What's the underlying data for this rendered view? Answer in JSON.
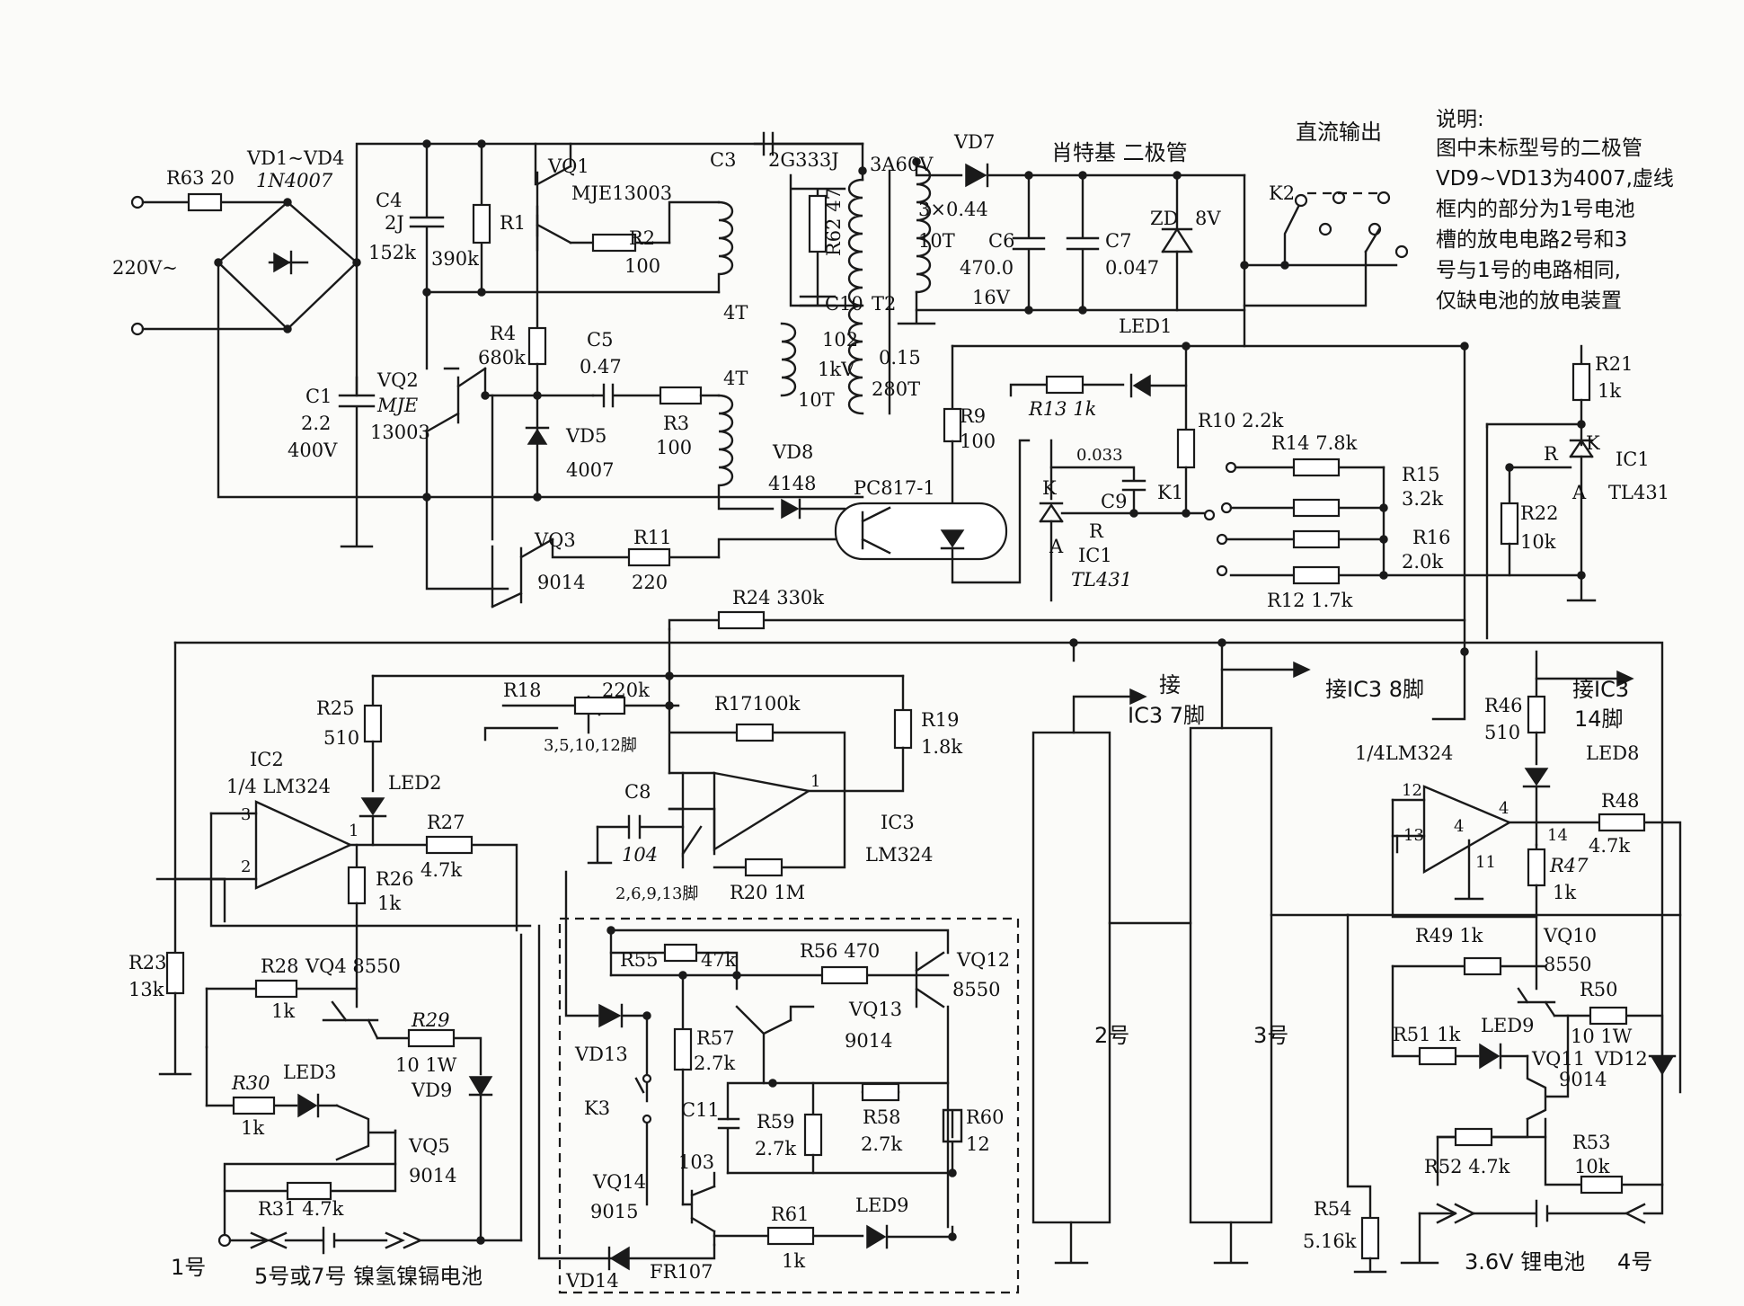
{
  "input": {
    "r63": "R63 20",
    "bridge": "VD1~VD4",
    "bridge_type": "1N4007",
    "voltage": "220V~"
  },
  "caps": {
    "c1": "C1",
    "c1_v1": "2.2",
    "c1_v2": "400V",
    "c4": "C4",
    "c4_v1": "2J",
    "c4_v2": "152k",
    "c3": "C3",
    "c3_type": "2G333J",
    "c5": "C5",
    "c5_v": "0.47",
    "c6": "C6",
    "c6_v1": "470.0",
    "c6_v2": "16V",
    "c7": "C7",
    "c7_v": "0.047",
    "c9": "C9",
    "c9_v": "0.033",
    "c10": "C10",
    "c10_v1": "102",
    "c10_v2": "1kV",
    "c8": "C8",
    "c8_v": "104",
    "c11": "C11",
    "c11_v": "103"
  },
  "resistors": {
    "r1": "R1",
    "r1_v": "390k",
    "r2": "R2",
    "r2_v": "100",
    "r3": "R3",
    "r3_v": "100",
    "r4": "R4",
    "r4_v": "680k",
    "r62": "R62 47",
    "r9": "R9",
    "r9_v": "100",
    "r10": "R10 2.2k",
    "r11": "R11",
    "r11_v": "220",
    "r12": "R12 1.7k",
    "r13": "R13 1k",
    "r14": "R14 7.8k",
    "r15": "R15",
    "r15_v": "3.2k",
    "r16": "R16",
    "r16_v": "2.0k",
    "r17": "R17100k",
    "r18": "R18",
    "r18_v": "220k",
    "r19": "R19",
    "r19_v": "1.8k",
    "r20": "R20 1M",
    "r21": "R21",
    "r21_v": "1k",
    "r22": "R22",
    "r22_v": "10k",
    "r23": "R23",
    "r23_v": "13k",
    "r24": "R24 330k",
    "r25": "R25",
    "r25_v": "510",
    "r26": "R26",
    "r26_v": "1k",
    "r27": "R27",
    "r27_v": "4.7k",
    "r28": "R28",
    "r28_v": "1k",
    "r29": "R29",
    "r29_v": "10 1W",
    "r30": "R30",
    "r30_v": "1k",
    "r31": "R31  4.7k",
    "r46": "R46",
    "r46_v": "510",
    "r47": "R47",
    "r47_v": "1k",
    "r48": "R48",
    "r48_v": "4.7k",
    "r49": "R49 1k",
    "r50": "R50",
    "r50_v": "10 1W",
    "r51": "R51 1k",
    "r52": "R52  4.7k",
    "r53": "R53",
    "r53_v": "10k",
    "r54": "R54",
    "r54_v": "5.16k",
    "r55": "R55",
    "r55_v": "47k",
    "r56": "R56  470",
    "r57": "R57",
    "r57_v": "2.7k",
    "r58": "R58",
    "r58_v": "2.7k",
    "r59": "R59",
    "r59_v": "2.7k",
    "r60": "R60",
    "r60_v": "12",
    "r61": "R61",
    "r61_v": "1k"
  },
  "transistors": {
    "vq1": "VQ1",
    "vq1_t": "MJE13003",
    "vq2": "VQ2",
    "vq2_t1": "MJE",
    "vq2_t2": "13003",
    "vq3": "VQ3",
    "vq3_t": "9014",
    "vq4": "VQ4  8550",
    "vq5": "VQ5",
    "vq5_t": "9014",
    "vq10": "VQ10",
    "vq10_t": "8550",
    "vq11": "VQ11",
    "vq11_t": "9014",
    "vq12": "VQ12",
    "vq12_t": "8550",
    "vq13": "VQ13",
    "vq13_t": "9014",
    "vq14": "VQ14",
    "vq14_t": "9015"
  },
  "diodes": {
    "vd5": "VD5",
    "vd5_t": "4007",
    "vd7": "VD7",
    "vd7_t": "3A60V",
    "vd8": "VD8",
    "vd8_t": "4148",
    "vd9": "VD9",
    "vd12": "VD12",
    "vd13": "VD13",
    "vd14": "VD14",
    "vd14_t": "FR107",
    "zd": "ZD",
    "zd_v": "8V",
    "schottky": "肖特基 二极管"
  },
  "leds": {
    "led1": "LED1",
    "led2": "LED2",
    "led3": "LED3",
    "led8": "LED8",
    "led9a": "LED9",
    "led9b": "LED9"
  },
  "transformer": {
    "t2": "T2",
    "w1": "4T",
    "w2": "4T",
    "w3": "10T",
    "w4": "280T",
    "wire1": "3×0.44",
    "wire1b": "10T",
    "wire2": "0.15"
  },
  "ic": {
    "ic1a": "IC1",
    "ic1a_t": "TL431",
    "ic1b": "IC1",
    "ic1b_t": "TL431",
    "ic2": "IC2",
    "ic2_t": "1/4 LM324",
    "ic3": "IC3",
    "ic3_t": "LM324",
    "ic3b_t": "1/4LM324",
    "pc817": "PC817-1",
    "pins_plus": "3,5,10,12脚",
    "pins_minus": "2,6,9,13脚",
    "ka": "K",
    "aa": "A",
    "ra": "R",
    "kb": "K",
    "ab": "A",
    "rb": "R"
  },
  "pins": {
    "p3": "3",
    "p2": "2",
    "p1": "1",
    "p1b": "1",
    "p12": "12",
    "p13": "13",
    "p4": "4",
    "p4b": "4",
    "p11": "11",
    "p14": "14"
  },
  "switches": {
    "k1": "K1",
    "k2": "K2",
    "k3": "K3"
  },
  "outputs": {
    "dc_out": "直流输出",
    "to_ic3_7a": "接",
    "to_ic3_7b": "IC3   7脚",
    "to_ic3_8": "接IC3 8脚",
    "to_ic3_14a": "接IC3",
    "to_ic3_14b": "14脚"
  },
  "batteries": {
    "slot2": "2号",
    "slot3": "3号",
    "slot1": "1号",
    "slot1_desc": "5号或7号  镍氢镍镉电池",
    "li": "3.6V 锂电池",
    "slot4": "4号"
  },
  "note": {
    "title": "说明:",
    "l1": "图中未标型号的二极管",
    "l2": "VD9~VD13为4007,虚线",
    "l3": "框内的部分为1号电池",
    "l4": "槽的放电电路2号和3",
    "l5": "号与1号的电路相同,",
    "l6": "仅缺电池的放电装置"
  }
}
